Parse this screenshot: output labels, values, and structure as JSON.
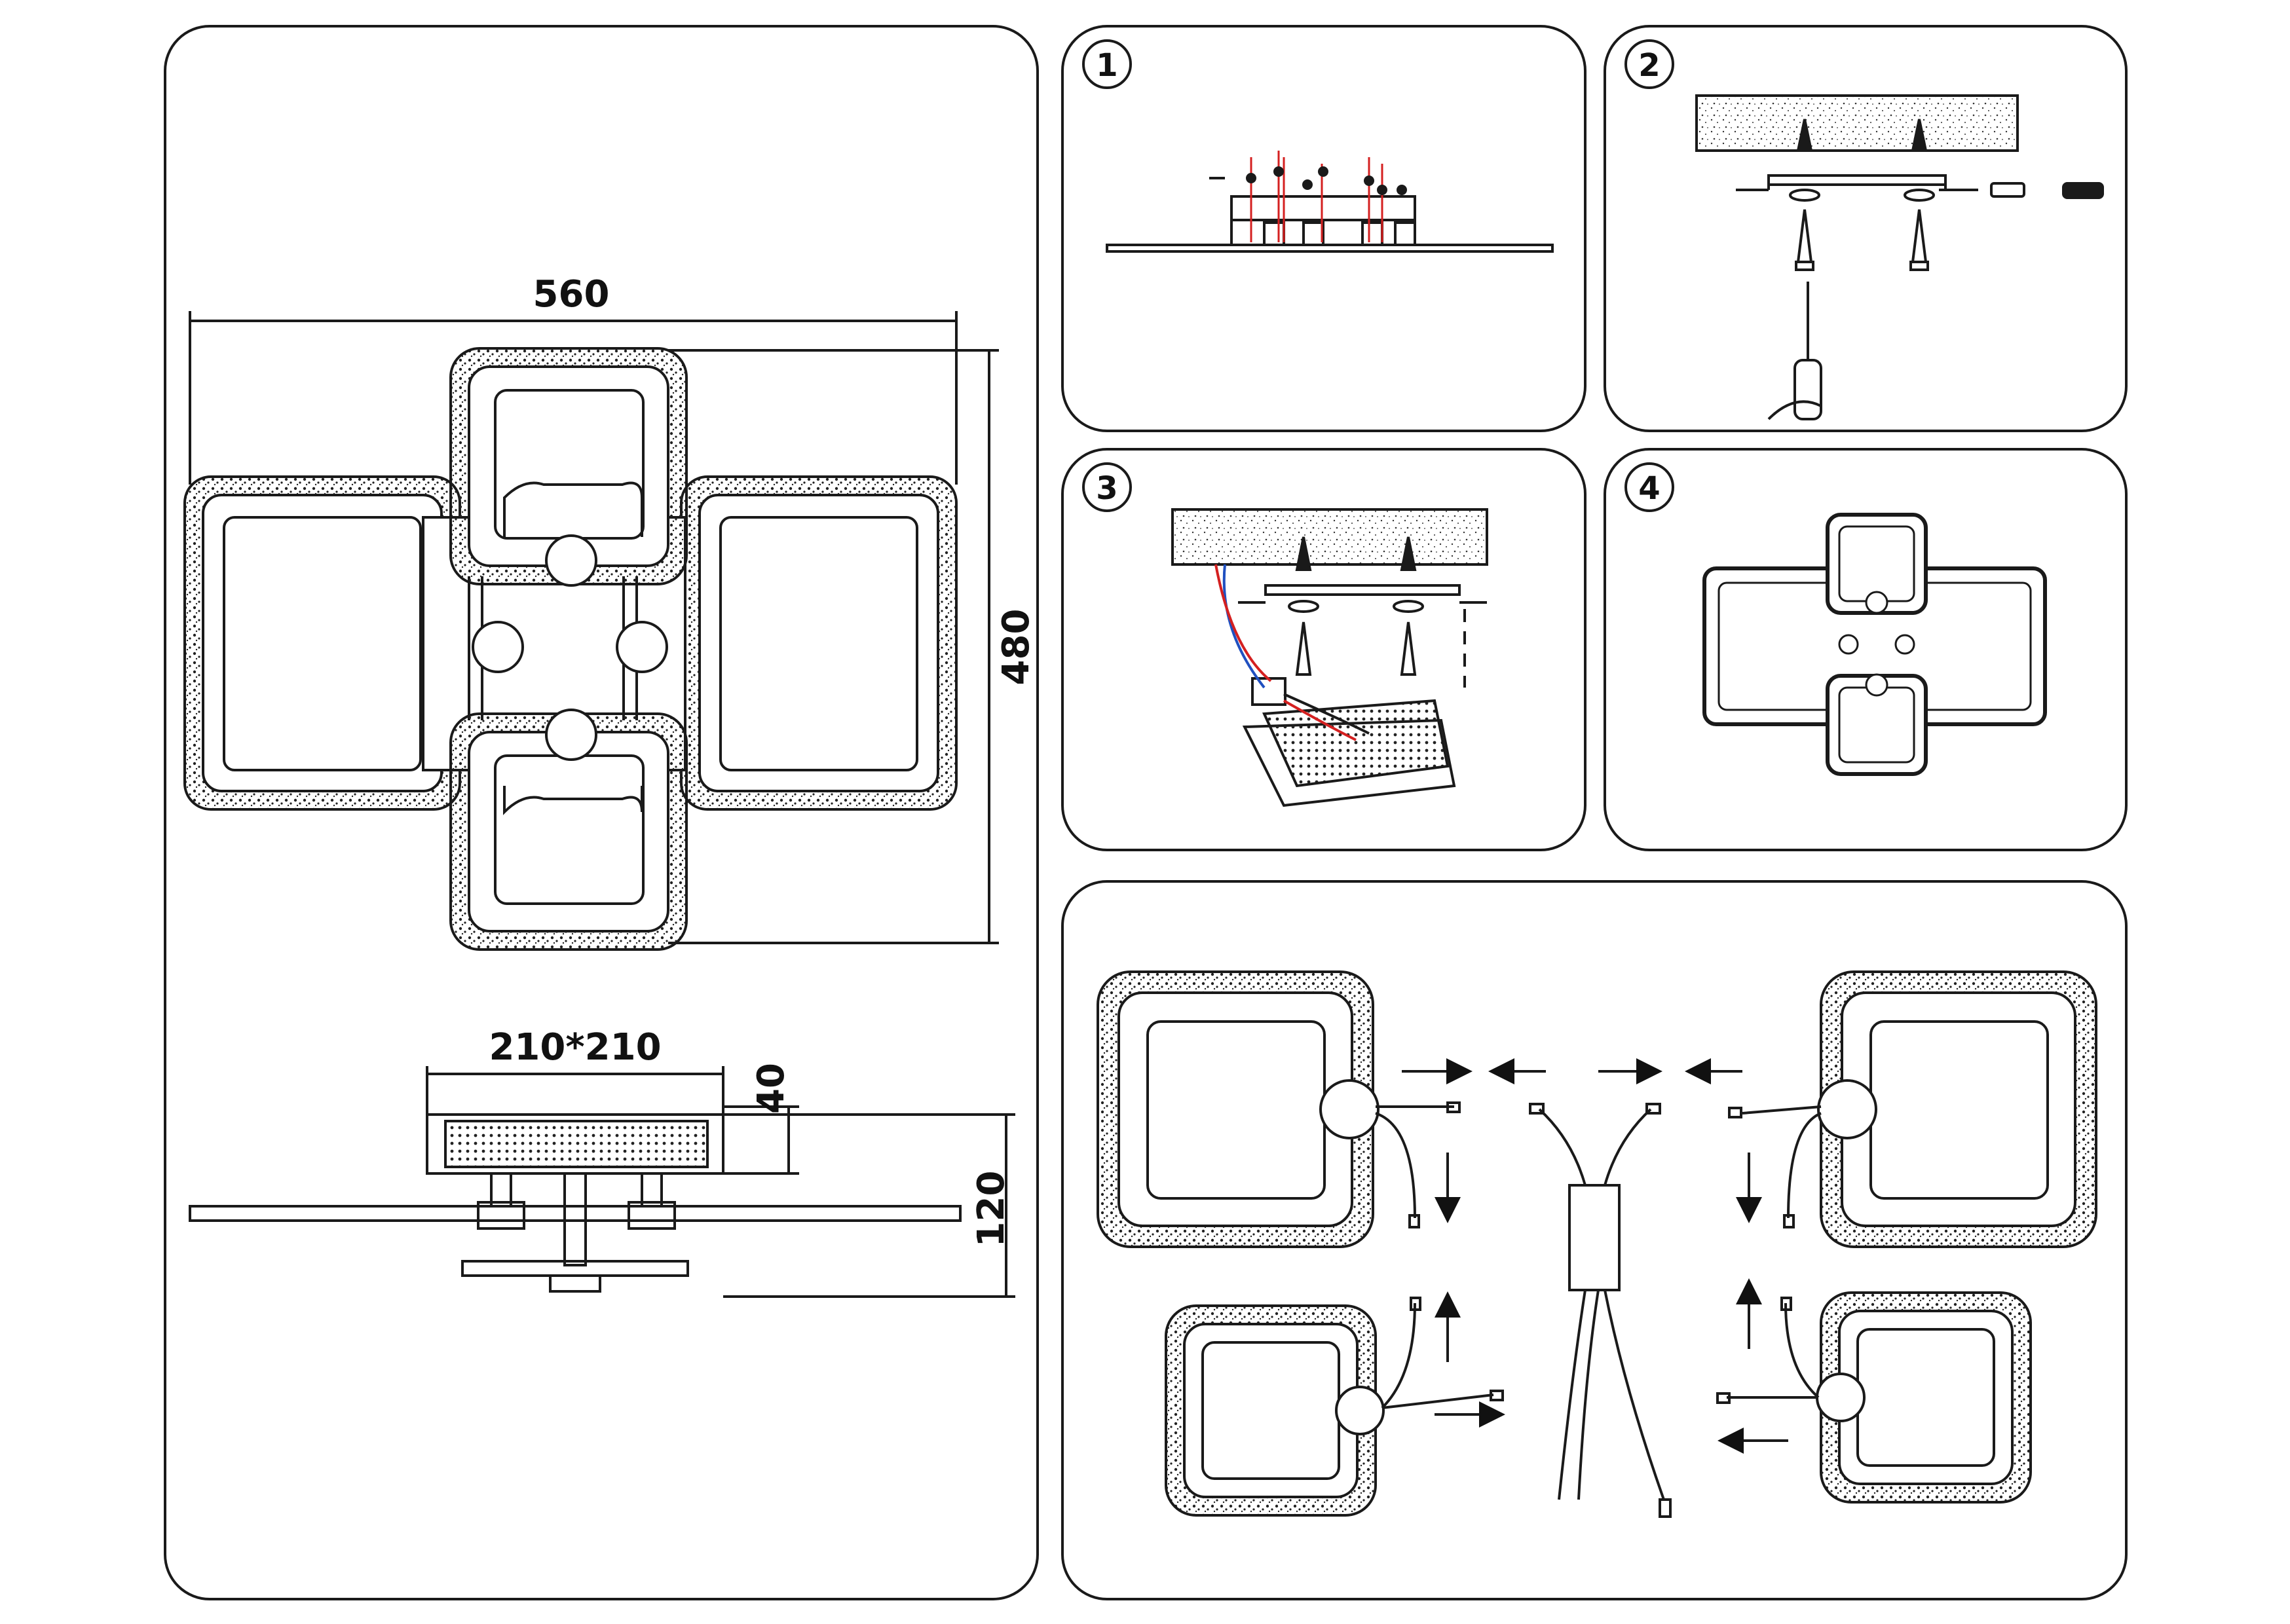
{
  "overview": {
    "width_label": "560",
    "height_label": "480",
    "base_label": "210*210",
    "base_height_label": "40",
    "total_height_label": "120"
  },
  "steps": [
    {
      "number": "1"
    },
    {
      "number": "2"
    },
    {
      "number": "3"
    },
    {
      "number": "4"
    }
  ],
  "icons": {
    "step1": "ceiling-base-with-screws-icon",
    "step2": "ceiling-mount-bracket-screwdriver-icon",
    "step3": "wiring-terminal-block-icon",
    "step4": "assembled-lamp-icon",
    "wiring": "led-driver-wiring-icon"
  },
  "colors": {
    "line": "#1a1a1a",
    "wire_red": "#d42020",
    "wire_blue": "#2050c0",
    "background": "#ffffff"
  }
}
